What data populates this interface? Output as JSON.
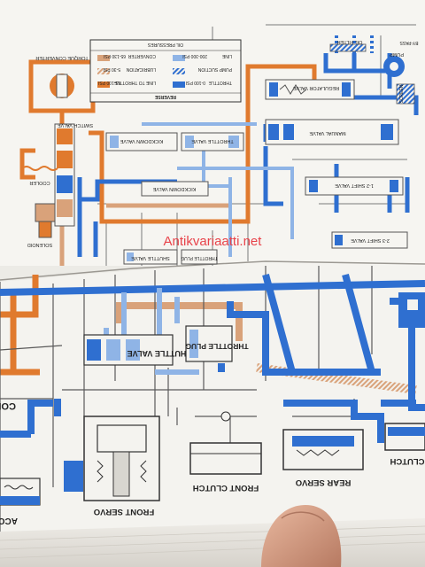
{
  "legend": {
    "title": "REVERSE",
    "subtitle": "OIL PRESSURES",
    "entries": [
      {
        "label": "LINE",
        "value": "200-300 PSI",
        "swatch": "line"
      },
      {
        "label": "CONVERTER",
        "value": "65-130 PSI",
        "swatch": "converter"
      },
      {
        "label": "PUMP SUCTION",
        "value": "",
        "swatch": "suction"
      },
      {
        "label": "LUBRICATION",
        "value": "5-30 PSI",
        "swatch": "lubrication"
      },
      {
        "label": "THROTTLE",
        "value": "0-100 PSI",
        "swatch": "throttle"
      },
      {
        "label": "LINE TO THROTTLE",
        "value": "65-100 PSI",
        "swatch": "line-to-throttle"
      }
    ]
  },
  "labels": {
    "torque_converter": "TORQUE CONVERTER",
    "switch_valve": "SWITCH VALVE",
    "cooler": "COOLER",
    "solenoid": "SOLENOID",
    "oil_filter": "OIL FILTER",
    "pump": "PUMP",
    "screen": "SCREEN",
    "bypass": "BY-PASS",
    "regulator_valve": "REGULATOR VALVE",
    "manual_valve": "MANUAL VALVE",
    "kickdown_valve": "KICKDOWN VALVE",
    "throttle_valve_top": "THROTTLE VALVE",
    "shift_valve_12": "1-2 SHIFT VALVE",
    "shift_valve_23": "2-3 SHIFT VALVE",
    "kickdown_valve_2": "KICKDOWN VALVE",
    "shuttle_valve_top": "SHUTTLE VALVE",
    "throttle_plug_top": "THROTTLE PLUG",
    "shuttle_valve": "SHUTTLE VALVE",
    "throttle_plug": "THROTTLE PLUG",
    "converter_control": "CONVERTER CONTROL",
    "accumulator": "ACCUMULATOR",
    "front_servo": "FRONT SERVO",
    "front_clutch": "FRONT CLUTCH",
    "rear_servo": "REAR SERVO",
    "clutch": "CLUTCH",
    "watermark": "Antikvariaatti.net"
  },
  "colors": {
    "line": "#2f6fd0",
    "throttle": "#8fb4e6",
    "converter": "#e07a2e",
    "lubrication": "#d9a27a",
    "page": "#f3f1ec",
    "watermark": "#e8434a"
  }
}
